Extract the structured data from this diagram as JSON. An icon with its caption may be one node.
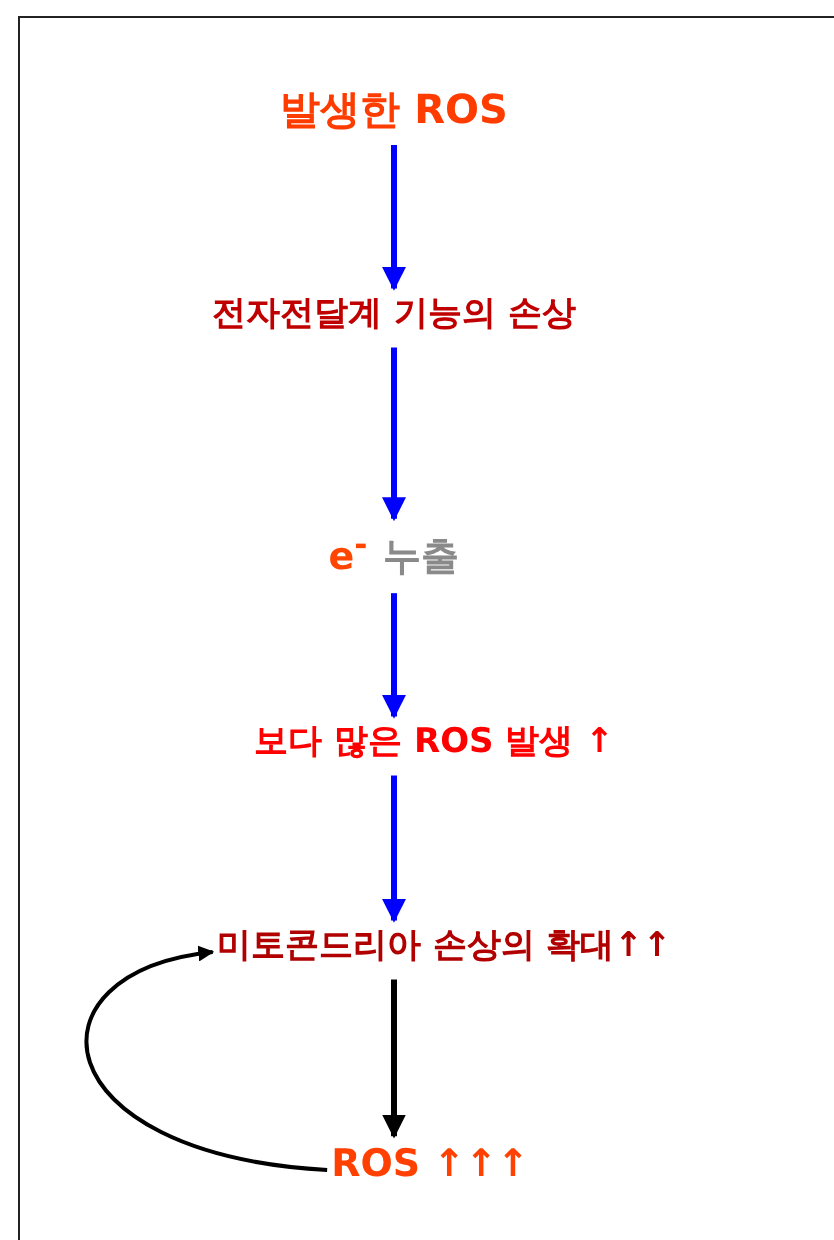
{
  "diagram": {
    "nodes": [
      {
        "text": [
          "발생한 ROS"
        ]
      },
      {
        "text": [
          "전자전달계 기능의 손상"
        ]
      },
      {
        "text": [
          "e$^{-}$",
          "누출"
        ]
      },
      {
        "text": [
          "보다 많은 ROS 발생 ↑"
        ]
      },
      {
        "text": [
          "미토콘드리아 손상의 확대↑↑"
        ]
      },
      {
        "text": [
          "ROS ↑↑↑"
        ]
      }
    ],
    "edges": [
      {
        "from": 0,
        "to": 1,
        "arrow": "to"
      },
      {
        "from": 1,
        "to": 2,
        "arrow": "to"
      },
      {
        "from": 2,
        "to": 3,
        "arrow": "to"
      },
      {
        "from": 3,
        "to": 4,
        "arrow": "to"
      },
      {
        "from": 4,
        "to": 5,
        "arrow": "to",
        "color": "#000000"
      },
      {
        "from": 5,
        "to": 4,
        "arrow": "to",
        "color": "#000000"
      }
    ]
  }
}
